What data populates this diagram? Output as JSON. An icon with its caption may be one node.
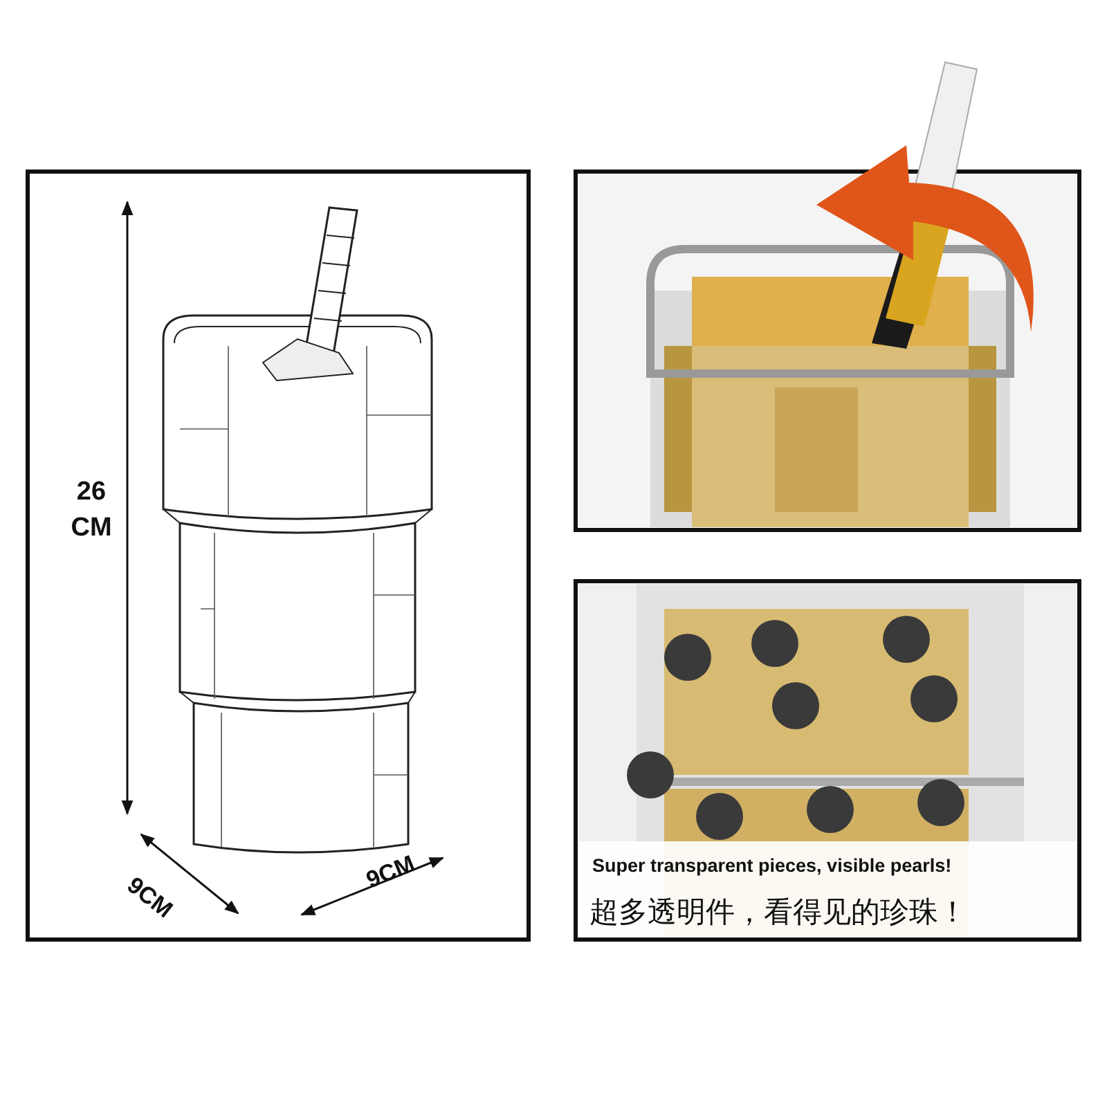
{
  "diagram": {
    "labels": [
      "26 CM",
      "9CM",
      "9CM",
      "Super transparent pieces, visible pearls!",
      "超多透明件，看得见的珍珠！"
    ]
  }
}
